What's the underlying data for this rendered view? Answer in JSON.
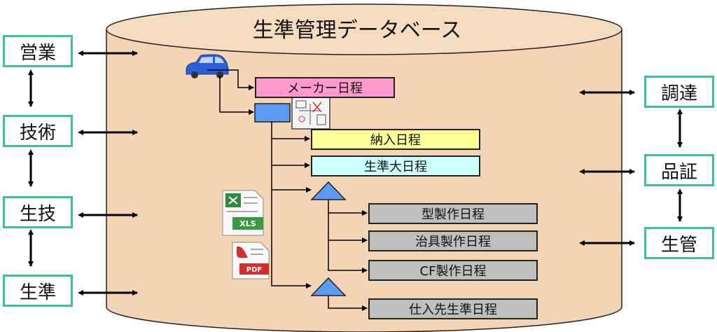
{
  "database": {
    "title": "生準管理データベース",
    "fill_color": "#f3d5b5",
    "top_color": "#f5dcc0"
  },
  "left_departments": [
    "営業",
    "技術",
    "生技",
    "生準"
  ],
  "right_departments": [
    "調達",
    "品証",
    "生管"
  ],
  "schedules": {
    "maker": "メーカー日程",
    "delivery": "納入日程",
    "master": "生準大日程",
    "mold": "型製作日程",
    "jig": "治具製作日程",
    "cf": "CF製作日程",
    "supplier": "仕入先生準日程"
  },
  "colors": {
    "dept_border": "#3dbfa0",
    "maker": "#ff99cc",
    "delivery": "#ffff99",
    "master": "#ccffff",
    "gray": "#bfbfbf",
    "blue_box": "#5b9bf5",
    "triangle": "#5b9bf5"
  },
  "file_icons": {
    "xls_label": "XLS",
    "pdf_label": "PDF"
  }
}
